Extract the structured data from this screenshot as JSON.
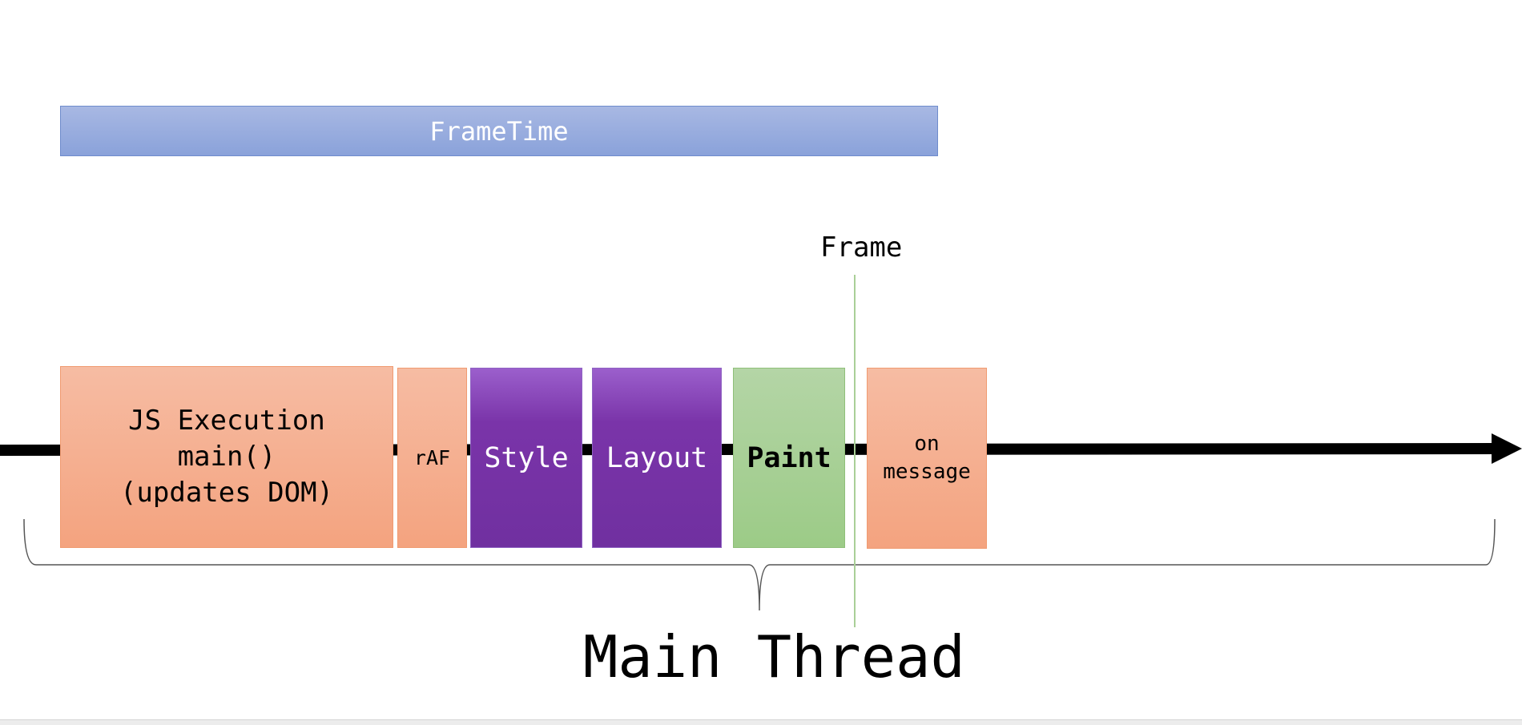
{
  "header": {
    "frame_time_label": "FrameTime"
  },
  "frame_marker": {
    "label": "Frame",
    "line_color": "#a9cf97"
  },
  "blocks": [
    {
      "label": "JS Execution\nmain()\n(updates DOM)",
      "kind": "script"
    },
    {
      "label": "rAF",
      "kind": "script"
    },
    {
      "label": "Style",
      "kind": "rendering"
    },
    {
      "label": "Layout",
      "kind": "rendering"
    },
    {
      "label": "Paint",
      "kind": "painting"
    },
    {
      "label": "on\nmessage",
      "kind": "script"
    }
  ],
  "thread": {
    "label": "Main Thread"
  },
  "colors": {
    "script": "#f4a37f",
    "rendering": "#7030a0",
    "painting": "#9ccb87",
    "frame_time_bar": "#8aa2da",
    "timeline": "#000000"
  }
}
